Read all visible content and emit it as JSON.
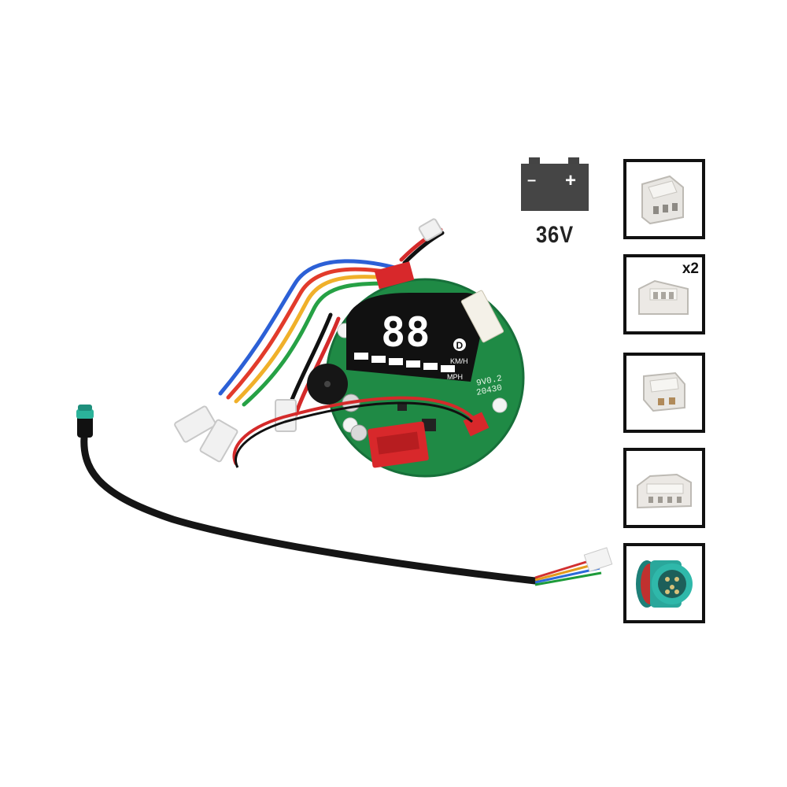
{
  "battery": {
    "icon": "battery-icon",
    "minus": "–",
    "plus": "+",
    "voltage": "36V"
  },
  "connectors": [
    {
      "name": "3-pin-connector",
      "quantity": ""
    },
    {
      "name": "3-pin-connector",
      "quantity": "x2"
    },
    {
      "name": "2-pin-connector",
      "quantity": ""
    },
    {
      "name": "4-pin-connector",
      "quantity": ""
    },
    {
      "name": "waterproof-round-connector",
      "quantity": ""
    }
  ],
  "display": {
    "unit_kmh": "KM/H",
    "unit_mph": "MPH",
    "mode": "D",
    "board_code": "9V0.2",
    "board_code_2": "20430"
  },
  "colors": {
    "pcb": "#1f8a45",
    "display": "#111111",
    "connector_red": "#d8282b",
    "cable": "#1a1a1a",
    "teal": "#2aa79b"
  }
}
